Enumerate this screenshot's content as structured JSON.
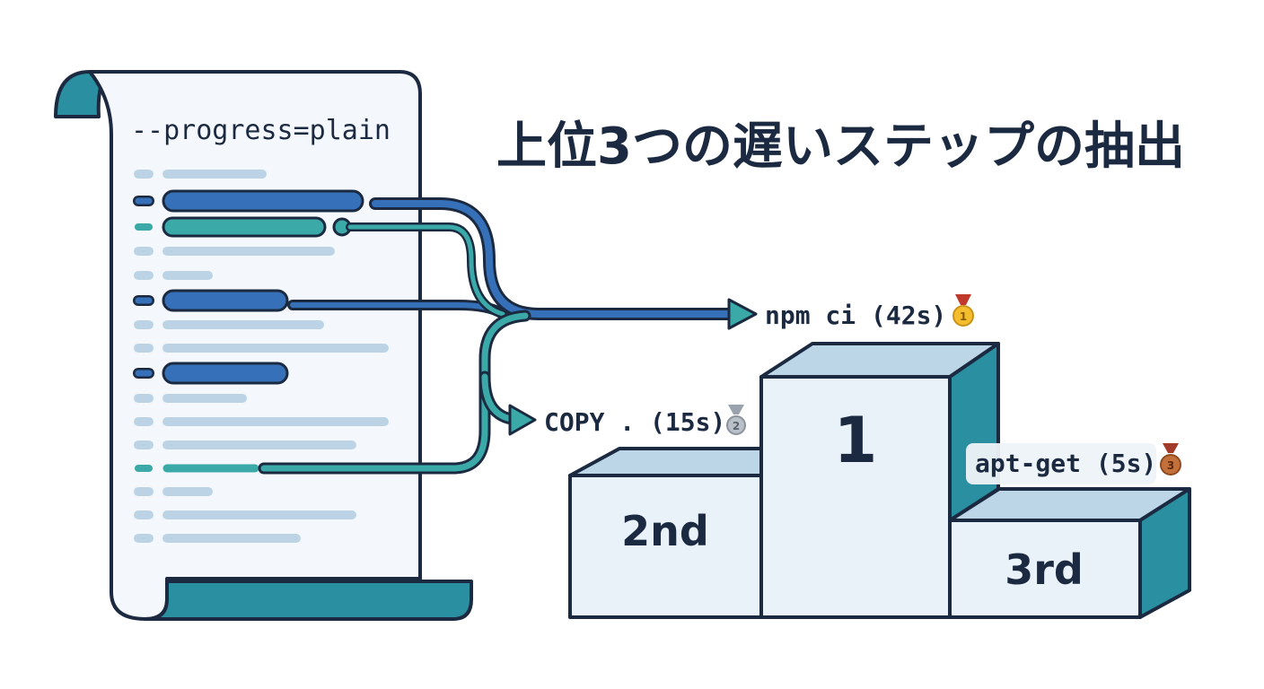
{
  "title": "上位3つの遅いステップの抽出",
  "log": {
    "header": "--progress=plain"
  },
  "results": {
    "first": {
      "label": "npm ci (42s)",
      "medal_icon": "gold-medal-icon",
      "medal_number": "1"
    },
    "second": {
      "label": "COPY . (15s)",
      "medal_icon": "silver-medal-icon",
      "medal_number": "2"
    },
    "third": {
      "label": "apt-get (5s)",
      "medal_icon": "bronze-medal-icon",
      "medal_number": "3"
    }
  },
  "podium": {
    "first": "1",
    "second": "2nd",
    "third": "3rd"
  },
  "colors": {
    "navy": "#1b2a41",
    "blue": "#3570b8",
    "teal": "#3aa9a8",
    "dark_teal": "#2a8fa0",
    "light_line": "#bcd3e6",
    "paper": "#f4f8fc",
    "podium_face": "#e9f1f9",
    "podium_top": "#bcd6e8",
    "gold": "#f3bd2e",
    "silver": "#b9c0c8",
    "bronze": "#c4703a"
  }
}
